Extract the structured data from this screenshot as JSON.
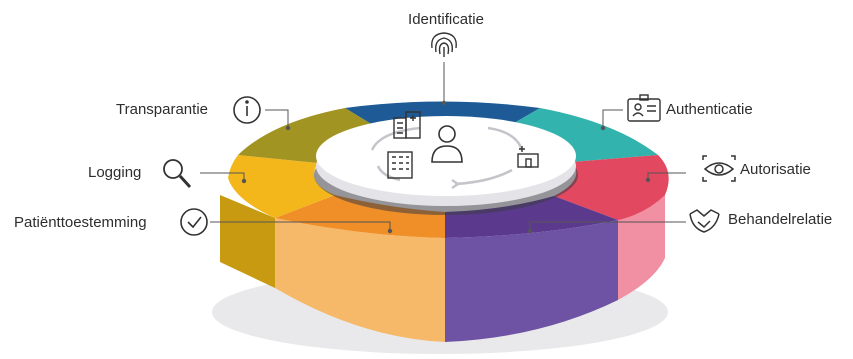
{
  "segments": [
    {
      "id": "identificatie",
      "label": "Identificatie",
      "color": "#1e5b96",
      "icon": "fingerprint-icon"
    },
    {
      "id": "authenticatie",
      "label": "Authenticatie",
      "color": "#33b3ad",
      "icon": "id-card-icon"
    },
    {
      "id": "autorisatie",
      "label": "Autorisatie",
      "color": "#e2485f",
      "icon": "eye-icon"
    },
    {
      "id": "behandelrelatie",
      "label": "Behandelrelatie",
      "color": "#5b3a8e",
      "icon": "handshake-icon"
    },
    {
      "id": "patienttoestemming",
      "label": "Patiënttoestemming",
      "color": "#f08e28",
      "icon": "checkmark-circle-icon"
    },
    {
      "id": "logging",
      "label": "Logging",
      "color": "#f3b71c",
      "icon": "magnifier-icon"
    },
    {
      "id": "transparantie",
      "label": "Transparantie",
      "color": "#a19423",
      "icon": "info-icon"
    }
  ],
  "center_icons": [
    "hospital-icon",
    "person-icon",
    "building-icon",
    "clinic-icon",
    "cycle-arrows-icon"
  ]
}
